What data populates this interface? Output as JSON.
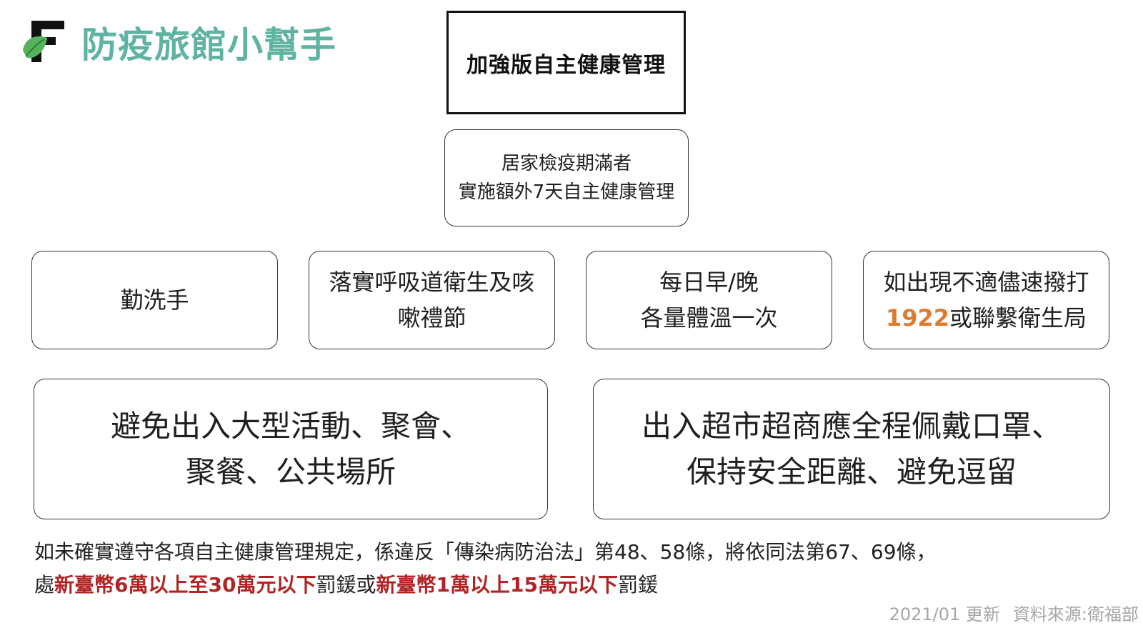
{
  "brand": {
    "logo_letter": "F",
    "logo_icon": "leaf-icon",
    "title": "防疫旅館小幫手",
    "color": "#5fb3a3"
  },
  "diagram": {
    "title": "加強版自主健康管理",
    "main": {
      "line1": "居家檢疫期滿者",
      "line2": "實施額外7天自主健康管理"
    },
    "items": [
      {
        "line1": "勤洗手"
      },
      {
        "line1": "落實呼吸道衛生及咳",
        "line2": "嗽禮節"
      },
      {
        "line1": "每日早/晚",
        "line2": "各量體溫一次"
      },
      {
        "line1": "如出現不適儘速撥打",
        "line2_highlight": "1922",
        "line2": "或聯繫衛生局"
      }
    ],
    "wide_items": [
      {
        "line1": "避免出入大型活動、聚會、",
        "line2": "聚餐、公共場所"
      },
      {
        "line1": "出入超市超商應全程佩戴口罩、",
        "line2": "保持安全距離、避免逗留"
      }
    ]
  },
  "notice": {
    "line1": "如未確實遵守各項自主健康管理規定，係違反「傳染病防治法」第48、58條，將依同法第67、69條，",
    "line2_prefix": "處",
    "penalty1": "新臺幣6萬以上至30萬元以下",
    "text1": "罰鍰或",
    "penalty2": "新臺幣1萬以上15萬元以下",
    "text2": "罰鍰"
  },
  "footer": {
    "date": "2021/01 更新",
    "source": "資料來源:衛福部"
  },
  "colors": {
    "highlight_orange": "#e07a2c",
    "penalty_red": "#b02424",
    "footer_gray": "#a6a6a6"
  }
}
